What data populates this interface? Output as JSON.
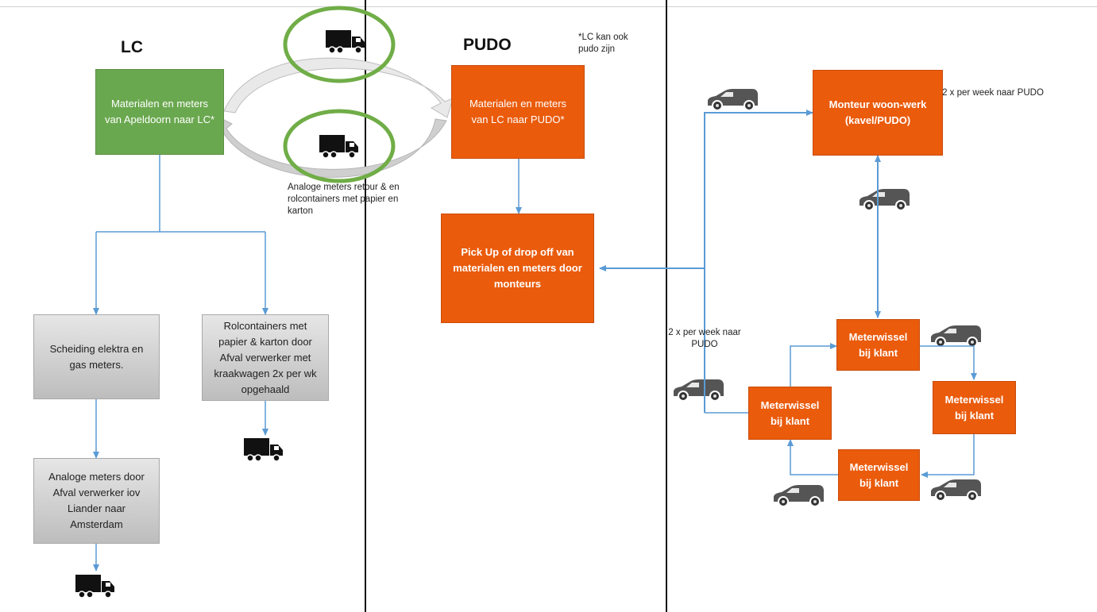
{
  "headings": {
    "lc": "LC",
    "pudo": "PUDO"
  },
  "notes": {
    "lc_pudo": "*LC kan ook pudo zijn",
    "return_flow": "Analoge meters retour & en rolcontainers met papier en karton",
    "week_top": "2 x per week naar PUDO",
    "week_bottom": "2 x per week naar PUDO"
  },
  "boxes": {
    "lc_materials": "Materialen en meters van Apeldoorn naar LC*",
    "pudo_materials": "Materialen en meters van LC naar PUDO*",
    "pickup": "Pick Up of drop off van materialen en meters door monteurs",
    "separation": "Scheiding elektra en gas meters.",
    "rolcontainers": "Rolcontainers met papier & karton door Afval verwerker met kraakwagen 2x per wk opgehaald",
    "analog_meters": "Analoge meters door Afval verwerker iov Liander naar Amsterdam",
    "monteur": "Monteur woon-werk (kavel/PUDO)",
    "meterwissel_top": "Meterwissel bij klant",
    "meterwissel_right": "Meterwissel bij klant",
    "meterwissel_bottom": "Meterwissel bij klant",
    "meterwissel_left": "Meterwissel bij klant"
  },
  "colors": {
    "green": "#6aa84f",
    "orange": "#ea5b0c",
    "gray": "#c8c8c8",
    "arrow": "#5b9bd5",
    "ellipse": "#70ad47"
  },
  "icons": {
    "truck": "truck-icon",
    "van": "van-icon"
  }
}
